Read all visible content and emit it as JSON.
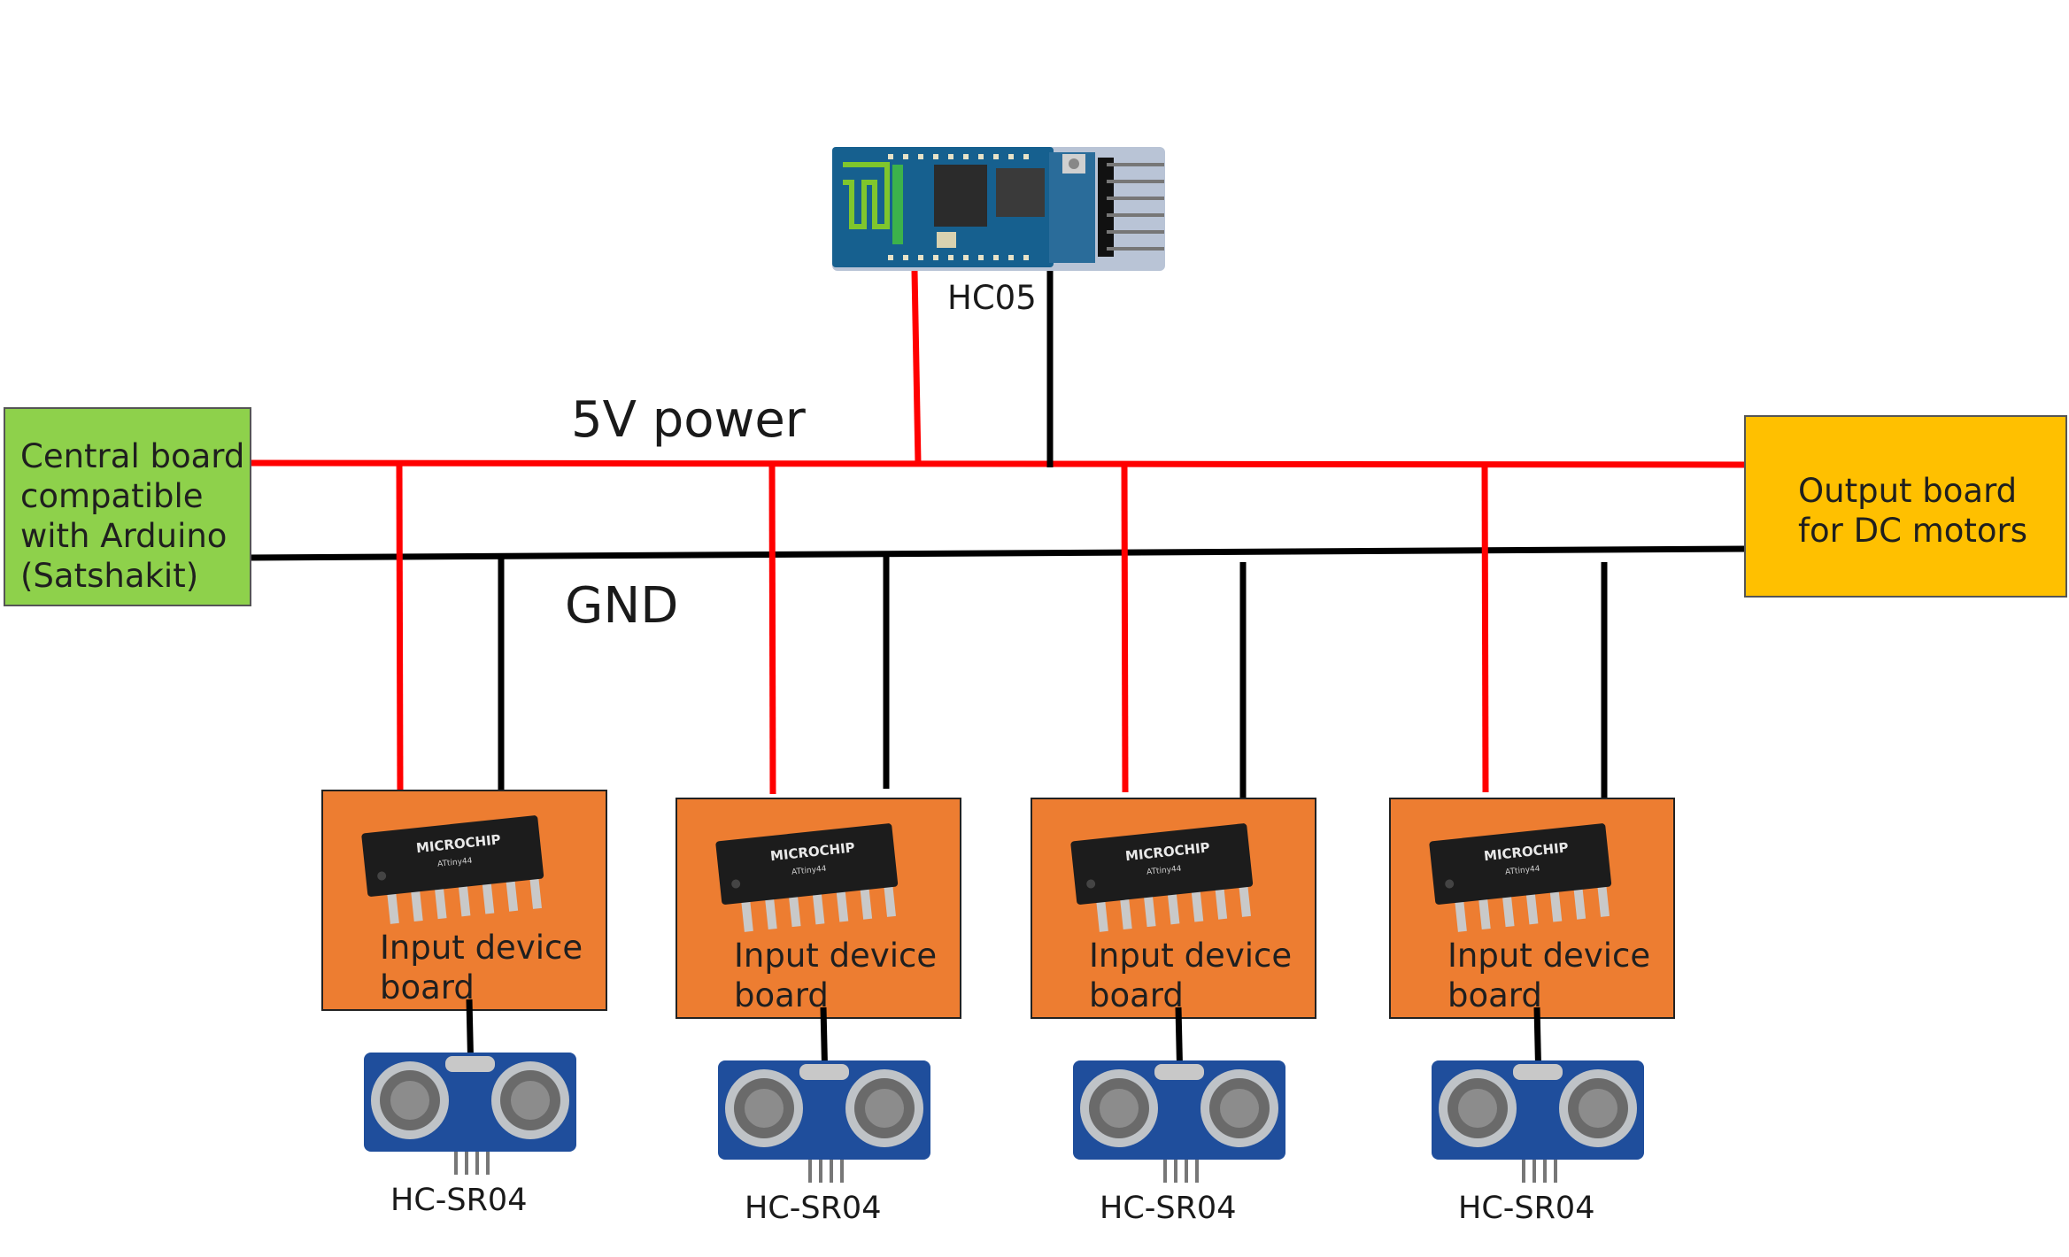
{
  "colors": {
    "power_wire": "#ff0000",
    "ground_wire": "#000000",
    "central_board_fill": "#8ed14b",
    "output_board_fill": "#ffc000",
    "input_board_fill": "#ed7d31",
    "chip_body": "#1c1c1c",
    "sensor_pcb": "#1f4e9c"
  },
  "buses": {
    "power_label": "5V power",
    "ground_label": "GND"
  },
  "central_board": {
    "lines": [
      "Central board",
      "compatible",
      "with Arduino",
      "(Satshakit)"
    ]
  },
  "output_board": {
    "lines": [
      "Output board",
      "for DC motors"
    ]
  },
  "bluetooth_module": {
    "label": "HC05",
    "icon": "bluetooth-module-icon"
  },
  "input_boards": [
    {
      "lines": [
        "Input device",
        "board"
      ],
      "chip_brand": "MICROCHIP",
      "chip_part": "ATtiny44",
      "sensor_label": "HC-SR04"
    },
    {
      "lines": [
        "Input device",
        "board"
      ],
      "chip_brand": "MICROCHIP",
      "chip_part": "ATtiny44",
      "sensor_label": "HC-SR04"
    },
    {
      "lines": [
        "Input device",
        "board"
      ],
      "chip_brand": "MICROCHIP",
      "chip_part": "ATtiny44",
      "sensor_label": "HC-SR04"
    },
    {
      "lines": [
        "Input device",
        "board"
      ],
      "chip_brand": "MICROCHIP",
      "chip_part": "ATtiny44",
      "sensor_label": "HC-SR04"
    }
  ]
}
